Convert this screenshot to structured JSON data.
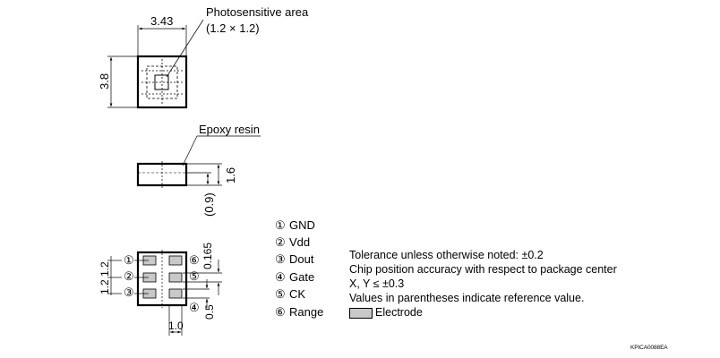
{
  "top_view": {
    "width_dim": "3.43",
    "height_dim": "3.8",
    "callout_title": "Photosensitive area",
    "callout_size": "(1.2 × 1.2)"
  },
  "side_view": {
    "callout": "Epoxy resin",
    "thickness_dim": "1.6",
    "ref_dim": "(0.9)"
  },
  "bottom_view": {
    "pad_markers_left": [
      "①",
      "②",
      "③"
    ],
    "pad_markers_right": [
      "⑥",
      "⑤",
      "④"
    ],
    "pitch_dim": "1.2",
    "pitch_dim2": "1.2",
    "offset_dim": "0.165",
    "pad_len_dim": "0.5",
    "pad_width_dim": "1.0"
  },
  "pins": [
    {
      "num": "①",
      "name": "GND"
    },
    {
      "num": "②",
      "name": "Vdd"
    },
    {
      "num": "③",
      "name": "Dout"
    },
    {
      "num": "④",
      "name": "Gate"
    },
    {
      "num": "⑤",
      "name": "CK"
    },
    {
      "num": "⑥",
      "name": "Range"
    }
  ],
  "notes": {
    "tolerance": "Tolerance unless otherwise noted: ±0.2",
    "chip_position": "Chip position accuracy with respect to package center",
    "xy": "X, Y ≤ ±0.3",
    "parentheses": "Values in parentheses indicate reference value.",
    "legend_label": "Electrode"
  },
  "drawing_code": "KPICA0088EA",
  "colors": {
    "electrode": "#c9c9c9",
    "line": "#000000"
  }
}
